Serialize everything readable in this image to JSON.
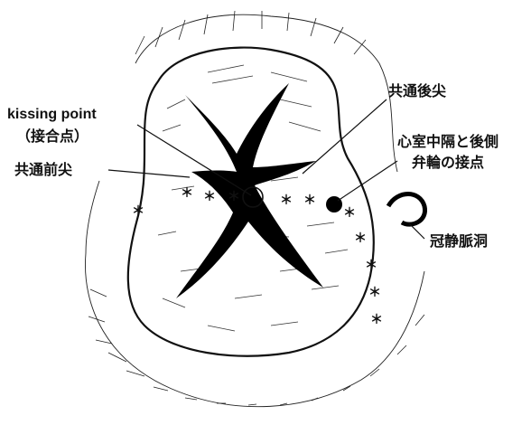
{
  "labels": {
    "kissing_point": "kissing point",
    "kissing_point_jp": "（接合点）",
    "common_anterior_leaflet": "共通前尖",
    "common_posterior_leaflet": "共通後尖",
    "septum_annulus_junction_line1": "心室中隔と後側",
    "septum_annulus_junction_line2": "弁輪の接点",
    "coronary_sinus": "冠静脈洞"
  },
  "suture_mark": "＊",
  "colors": {
    "ink": "#111111",
    "background": "#ffffff"
  }
}
